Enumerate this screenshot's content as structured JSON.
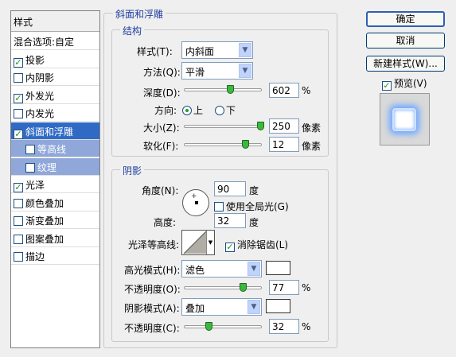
{
  "left_panel": {
    "header": "样式",
    "items": [
      {
        "label": "混合选项:自定",
        "checkbox": false,
        "checked": false,
        "selected": false,
        "sub": false
      },
      {
        "label": "投影",
        "checkbox": true,
        "checked": true,
        "selected": false,
        "sub": false
      },
      {
        "label": "内阴影",
        "checkbox": true,
        "checked": false,
        "selected": false,
        "sub": false
      },
      {
        "label": "外发光",
        "checkbox": true,
        "checked": true,
        "selected": false,
        "sub": false
      },
      {
        "label": "内发光",
        "checkbox": true,
        "checked": false,
        "selected": false,
        "sub": false
      },
      {
        "label": "斜面和浮雕",
        "checkbox": true,
        "checked": true,
        "selected": true,
        "sub": false
      },
      {
        "label": "等高线",
        "checkbox": true,
        "checked": false,
        "selected": false,
        "sub": true
      },
      {
        "label": "纹理",
        "checkbox": true,
        "checked": false,
        "selected": false,
        "sub": true
      },
      {
        "label": "光泽",
        "checkbox": true,
        "checked": true,
        "selected": false,
        "sub": false
      },
      {
        "label": "颜色叠加",
        "checkbox": true,
        "checked": false,
        "selected": false,
        "sub": false
      },
      {
        "label": "渐变叠加",
        "checkbox": true,
        "checked": false,
        "selected": false,
        "sub": false
      },
      {
        "label": "图案叠加",
        "checkbox": true,
        "checked": false,
        "selected": false,
        "sub": false
      },
      {
        "label": "描边",
        "checkbox": true,
        "checked": false,
        "selected": false,
        "sub": false
      }
    ]
  },
  "bevel": {
    "title": "斜面和浮雕",
    "structure": {
      "title": "结构",
      "style_label": "样式(T):",
      "style_value": "内斜面",
      "method_label": "方法(Q):",
      "method_value": "平滑",
      "depth_label": "深度(D):",
      "depth_value": "602",
      "depth_unit": "%",
      "depth_fraction": 0.6,
      "direction_label": "方向:",
      "direction_up": "上",
      "direction_down": "下",
      "size_label": "大小(Z):",
      "size_value": "250",
      "size_unit": "像素",
      "size_fraction": 1.0,
      "soften_label": "软化(F):",
      "soften_value": "12",
      "soften_unit": "像素",
      "soften_fraction": 0.8
    },
    "shading": {
      "title": "阴影",
      "angle_label": "角度(N):",
      "angle_value": "90",
      "angle_unit": "度",
      "global_light_label": "使用全局光(G)",
      "altitude_label": "高度:",
      "altitude_value": "32",
      "altitude_unit": "度",
      "gloss_label": "光泽等高线:",
      "anti_alias_label": "消除锯齿(L)",
      "highlight_mode_label": "高光模式(H):",
      "highlight_mode_value": "滤色",
      "highlight_opacity_label": "不透明度(O):",
      "highlight_opacity_value": "77",
      "highlight_opacity_unit": "%",
      "highlight_opacity_fraction": 0.77,
      "shadow_mode_label": "阴影模式(A):",
      "shadow_mode_value": "叠加",
      "shadow_opacity_label": "不透明度(C):",
      "shadow_opacity_value": "32",
      "shadow_opacity_unit": "%",
      "shadow_opacity_fraction": 0.32
    }
  },
  "buttons": {
    "ok": "确定",
    "cancel": "取消",
    "new_style": "新建样式(W)...",
    "preview_label": "预览(V)"
  },
  "colors": {
    "selected_bg": "#316ac5",
    "sub_bg": "#8fa7d9",
    "group_title": "#1f3f9f",
    "slider_green": "#3cb93c"
  }
}
